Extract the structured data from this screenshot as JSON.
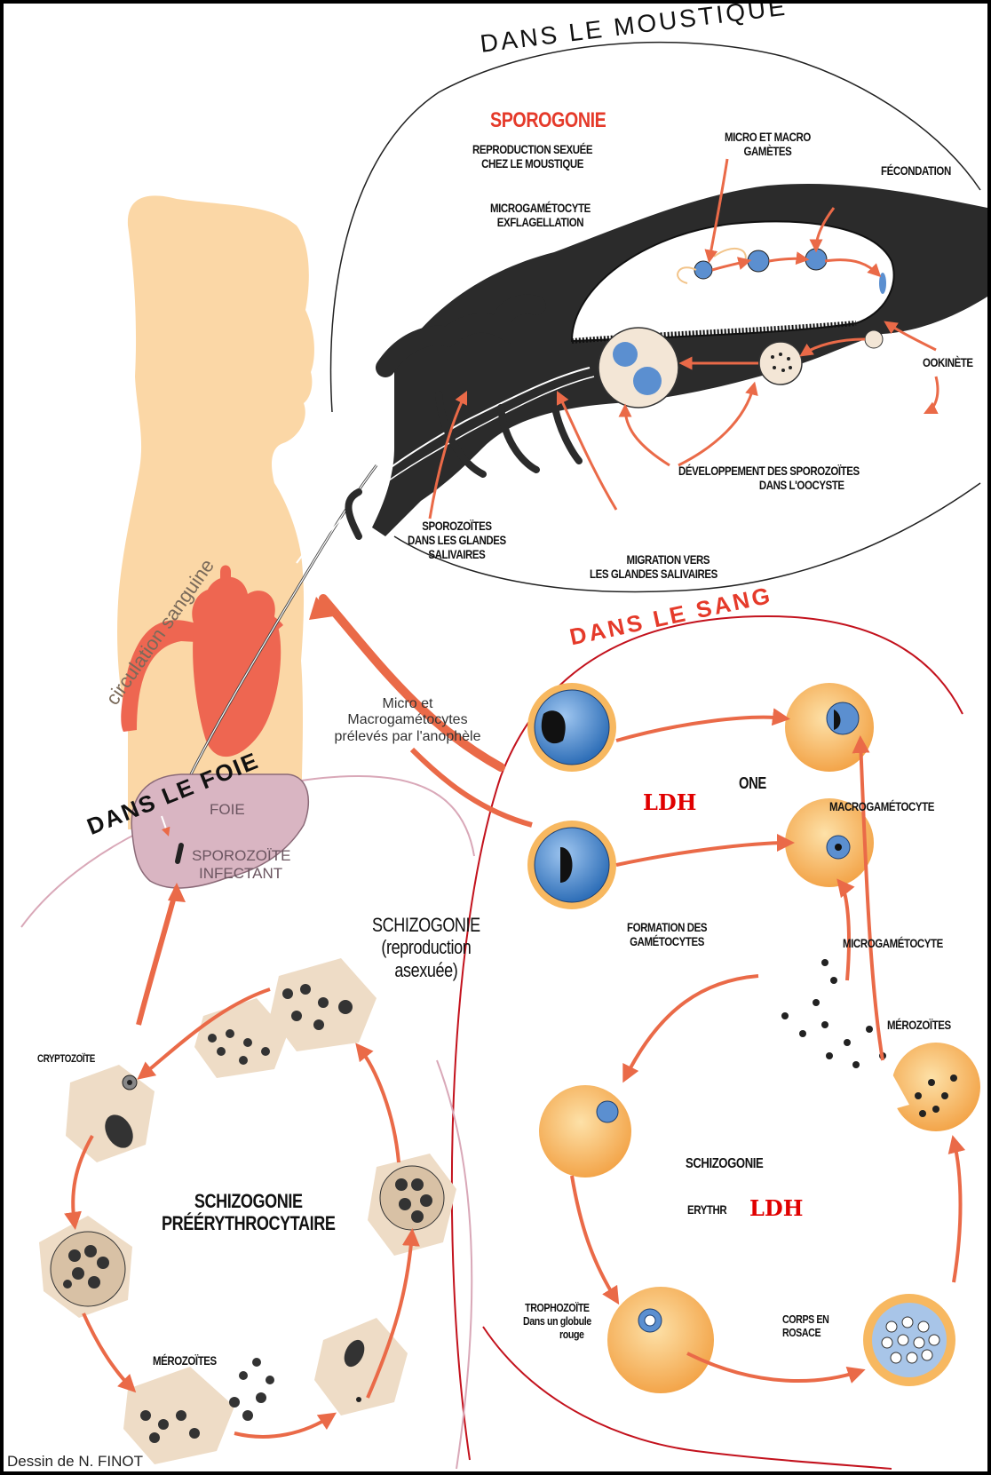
{
  "regions": {
    "mosquito": "DANS LE MOUSTIQUE",
    "blood": "DANS LE SANG",
    "liver": "DANS LE FOIE"
  },
  "mosquito": {
    "sporogony_title": "SPOROGONIE",
    "sporogony_desc_1": "REPRODUCTION SEXUÉE",
    "sporogony_desc_2": "CHEZ LE MOUSTIQUE",
    "exflag_1": "MICROGAMÉTOCYTE",
    "exflag_2": "EXFLAGELLATION",
    "gametes_1": "MICRO ET MACRO",
    "gametes_2": "GAMÈTES",
    "fecondation": "FÉCONDATION",
    "ookinete": "OOKINÈTE",
    "development_1": "DÉVELOPPEMENT DES SPOROZOÏTES",
    "development_2": "DANS L'OOCYSTE",
    "salivary_1": "SPOROZOÏTES",
    "salivary_2": "DANS LES GLANDES",
    "salivary_3": "SALIVAIRES",
    "migration_1": "MIGRATION VERS",
    "migration_2": "LES GLANDES SALIVAIRES"
  },
  "human": {
    "circulation": "circulation sanguine",
    "foie": "FOIE",
    "sporozoite_1": "SPOROZOÏTE",
    "sporozoite_2": "INFECTANT",
    "micro_1": "Micro et",
    "micro_2": "Macrogamétocytes",
    "micro_3": "prélevés par l'anophèle"
  },
  "blood": {
    "gametogony": "ONE",
    "ldh_1": "LDH",
    "macro": "MACROGAMÉTOCYTE",
    "formation_1": "FORMATION DES",
    "formation_2": "GAMÉTOCYTES",
    "microgam": "MICROGAMÉTOCYTE",
    "merozoites": "MÉROZOÏTES",
    "schizogonie": "SCHIZOGONIE",
    "erythr": "ERYTHR",
    "ldh_2": "LDH",
    "tropho_1": "TROPHOZOÏTE",
    "tropho_2": "Dans un globule",
    "tropho_3": "rouge",
    "corps_1": "CORPS EN",
    "corps_2": "ROSACE"
  },
  "liver": {
    "schizo_title": "SCHIZOGONIE",
    "schizo_sub_1": "(reproduction",
    "schizo_sub_2": "asexuée)",
    "cryptozoite": "CRYPTOZOÏTE",
    "pre_1": "SCHIZOGONIE",
    "pre_2": "PRÉÉRYTHROCYTAIRE",
    "merozoites": "MÉROZOÏTES"
  },
  "credit": "Dessin de N. FINOT",
  "colors": {
    "arrow": "#ea6a48",
    "skin": "#fbd7a6",
    "heart": "#ee6651",
    "liver": "#d9b5c2",
    "cell": "#f7b860",
    "nucleus": "#5b8fd0",
    "hepatocyte": "#eedcc6",
    "blood_line": "#c3121d"
  }
}
